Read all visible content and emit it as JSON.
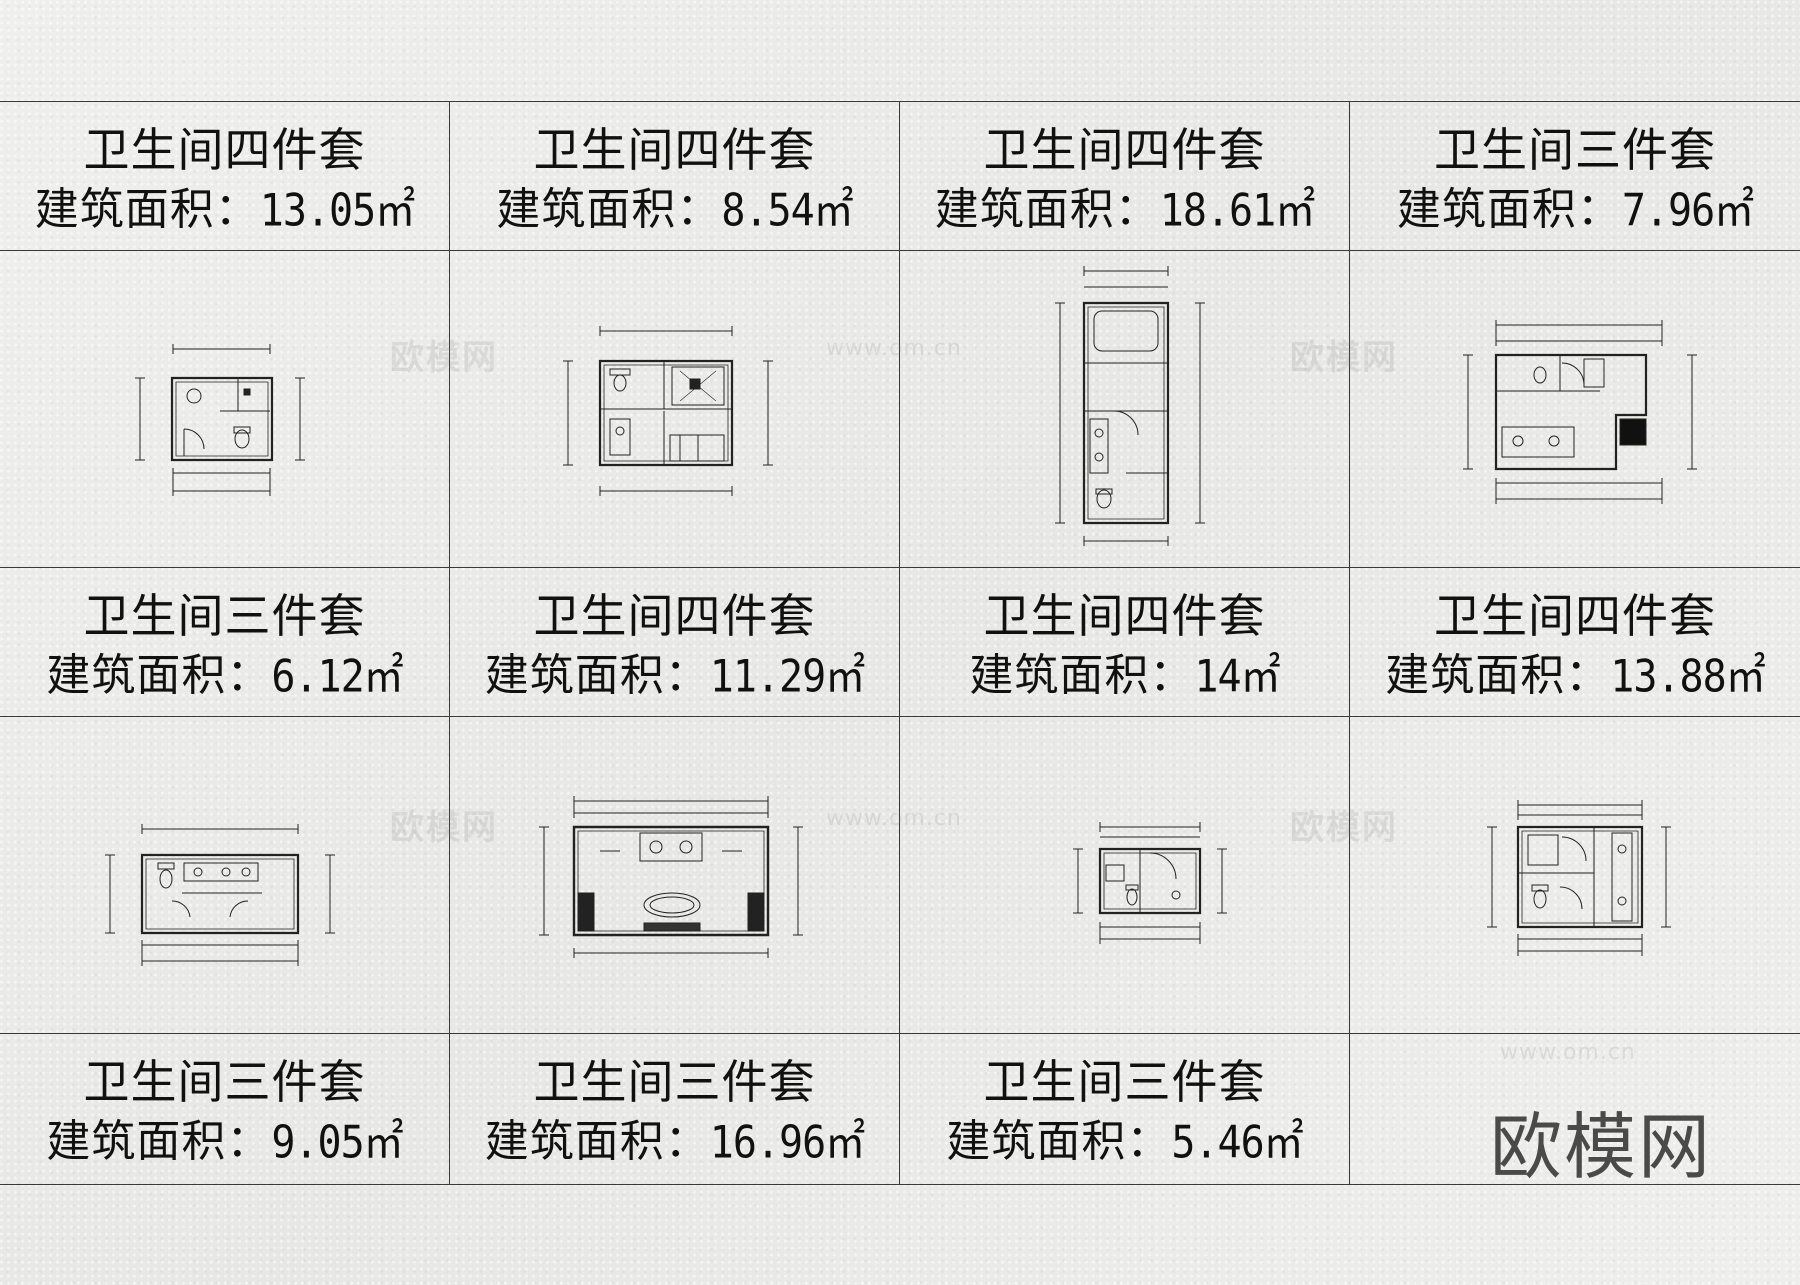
{
  "cells": [
    {
      "title": "卫生间四件套",
      "area_label": "建筑面积：",
      "area_value": "13.05㎡"
    },
    {
      "title": "卫生间四件套",
      "area_label": "建筑面积：",
      "area_value": "8.54㎡"
    },
    {
      "title": "卫生间四件套",
      "area_label": "建筑面积：",
      "area_value": "18.61㎡"
    },
    {
      "title": "卫生间三件套",
      "area_label": "建筑面积：",
      "area_value": "7.96㎡"
    },
    {
      "title": "卫生间三件套",
      "area_label": "建筑面积：",
      "area_value": "6.12㎡"
    },
    {
      "title": "卫生间四件套",
      "area_label": "建筑面积：",
      "area_value": "11.29㎡"
    },
    {
      "title": "卫生间四件套",
      "area_label": "建筑面积：",
      "area_value": "14㎡"
    },
    {
      "title": "卫生间四件套",
      "area_label": "建筑面积：",
      "area_value": "13.88㎡"
    },
    {
      "title": "卫生间三件套",
      "area_label": "建筑面积：",
      "area_value": "9.05㎡"
    },
    {
      "title": "卫生间三件套",
      "area_label": "建筑面积：",
      "area_value": "16.96㎡"
    },
    {
      "title": "卫生间三件套",
      "area_label": "建筑面积：",
      "area_value": "5.46㎡"
    }
  ],
  "logo": "欧模网",
  "watermark_text": "欧模网",
  "watermark_url": "www.om.cn"
}
